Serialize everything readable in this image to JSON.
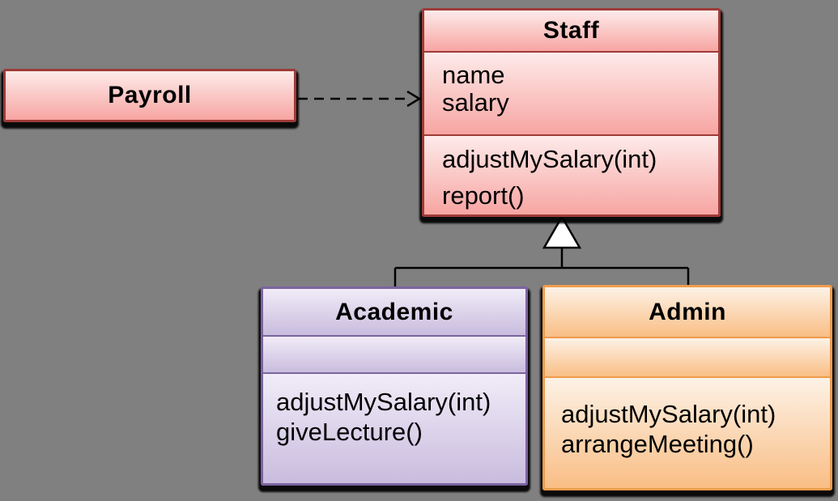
{
  "diagram": {
    "type": "uml-class-diagram",
    "background_color": "#808080",
    "line_color": "#000000",
    "classes": {
      "payroll": {
        "title": "Payroll",
        "attributes": [],
        "methods": [],
        "border_color": "#9E3B38",
        "fill_top": "#FDEBEA",
        "fill_bottom": "#F7A5A2"
      },
      "staff": {
        "title": "Staff",
        "attributes": [
          "name",
          "salary"
        ],
        "methods": [
          "adjustMySalary(int)",
          "report()"
        ],
        "border_color": "#9E3B38",
        "fill_top": "#FDEBEA",
        "fill_bottom": "#F7A5A2"
      },
      "academic": {
        "title": "Academic",
        "attributes": [],
        "methods": [
          "adjustMySalary(int)",
          "giveLecture()"
        ],
        "border_color": "#7B64A0",
        "fill_top": "#F1ECF8",
        "fill_bottom": "#C9BCDE"
      },
      "admin": {
        "title": "Admin",
        "attributes": [],
        "methods": [
          "adjustMySalary(int)",
          "arrangeMeeting()"
        ],
        "border_color": "#EE9C4D",
        "fill_top": "#FDF2E6",
        "fill_bottom": "#F9BE85"
      }
    },
    "relationships": [
      {
        "type": "dependency",
        "from": "Payroll",
        "to": "Staff",
        "line_style": "dashed",
        "arrow": "open"
      },
      {
        "type": "generalization",
        "from": "Academic",
        "to": "Staff",
        "line_style": "solid",
        "arrow": "hollow-triangle"
      },
      {
        "type": "generalization",
        "from": "Admin",
        "to": "Staff",
        "line_style": "solid",
        "arrow": "hollow-triangle"
      }
    ]
  }
}
